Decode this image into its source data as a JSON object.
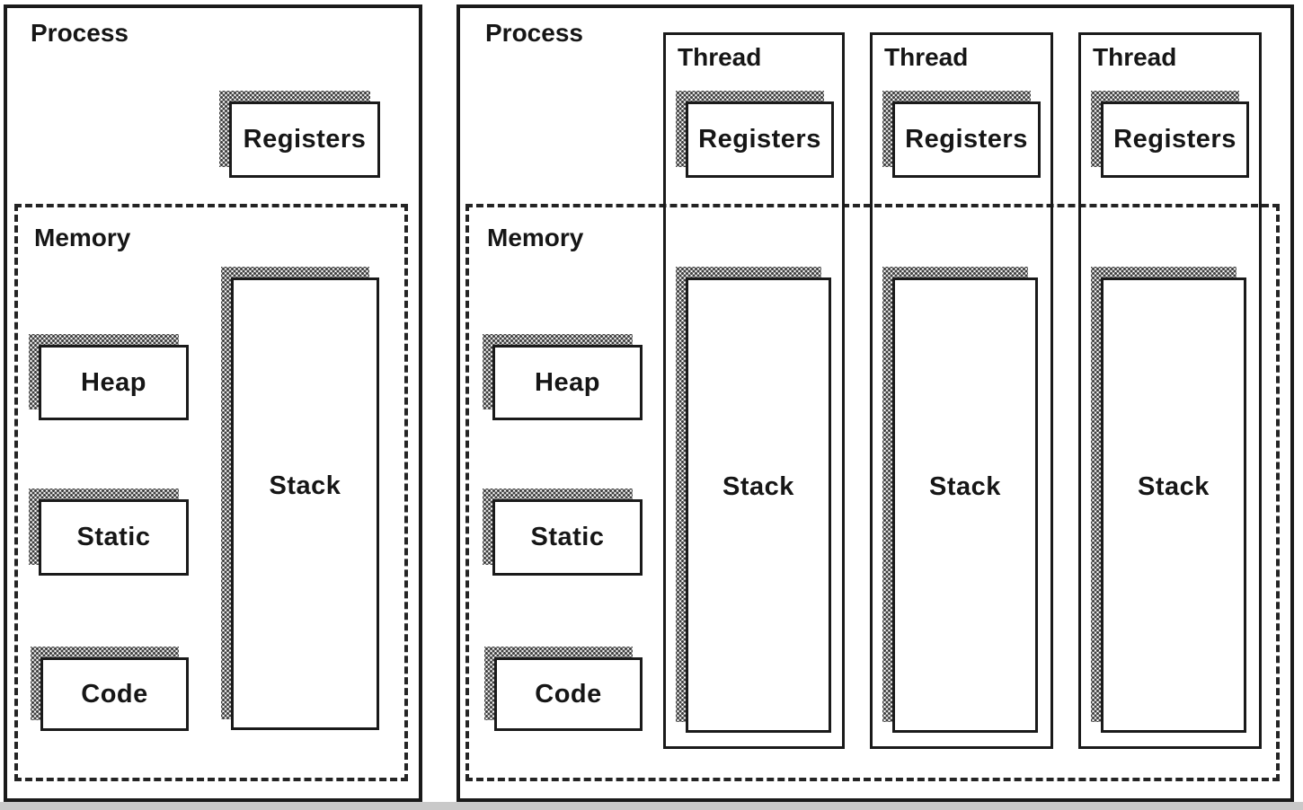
{
  "colors": {
    "line": "#1a1a1a",
    "text": "#161616",
    "shadow_dot": "#3d3d3d",
    "page_bg": "#ffffff",
    "strip": "#c9c9c9"
  },
  "panels": [
    {
      "id": "single-threaded-process",
      "title": "Process",
      "registers_label": "Registers",
      "memory": {
        "label": "Memory",
        "blocks": [
          {
            "label": "Heap"
          },
          {
            "label": "Static"
          },
          {
            "label": "Code"
          }
        ],
        "stack_label": "Stack"
      }
    },
    {
      "id": "multi-threaded-process",
      "title": "Process",
      "memory": {
        "label": "Memory",
        "blocks": [
          {
            "label": "Heap"
          },
          {
            "label": "Static"
          },
          {
            "label": "Code"
          }
        ]
      },
      "threads": [
        {
          "title": "Thread",
          "registers_label": "Registers",
          "stack_label": "Stack"
        },
        {
          "title": "Thread",
          "registers_label": "Registers",
          "stack_label": "Stack"
        },
        {
          "title": "Thread",
          "registers_label": "Registers",
          "stack_label": "Stack"
        }
      ]
    }
  ]
}
